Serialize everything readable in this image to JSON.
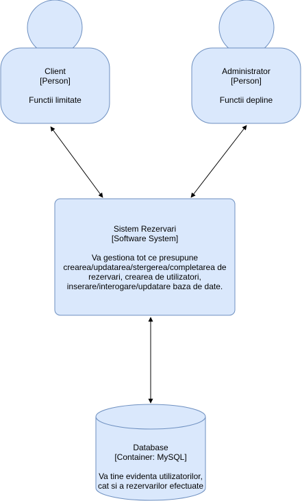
{
  "colors": {
    "fill": "#dae8fc",
    "stroke": "#6c8ebf",
    "arrow": "#000000"
  },
  "client": {
    "name": "Client",
    "type": "[Person]",
    "description": "Functii limitate"
  },
  "administrator": {
    "name": "Administrator",
    "type": "[Person]",
    "description": "Functii depline"
  },
  "system": {
    "name": "Sistem Rezervari",
    "type": "[Software System]",
    "description": "Va gestiona tot ce presupune crearea/updatarea/stergerea/completarea de rezervari, crearea de utilizatori, inserare/interogare/updatare baza de date."
  },
  "database": {
    "name": "Database",
    "type": "[Container: MySQL]",
    "description": "Va tine evidenta utilizatorilor, cat si a rezervarilor efectuate"
  }
}
